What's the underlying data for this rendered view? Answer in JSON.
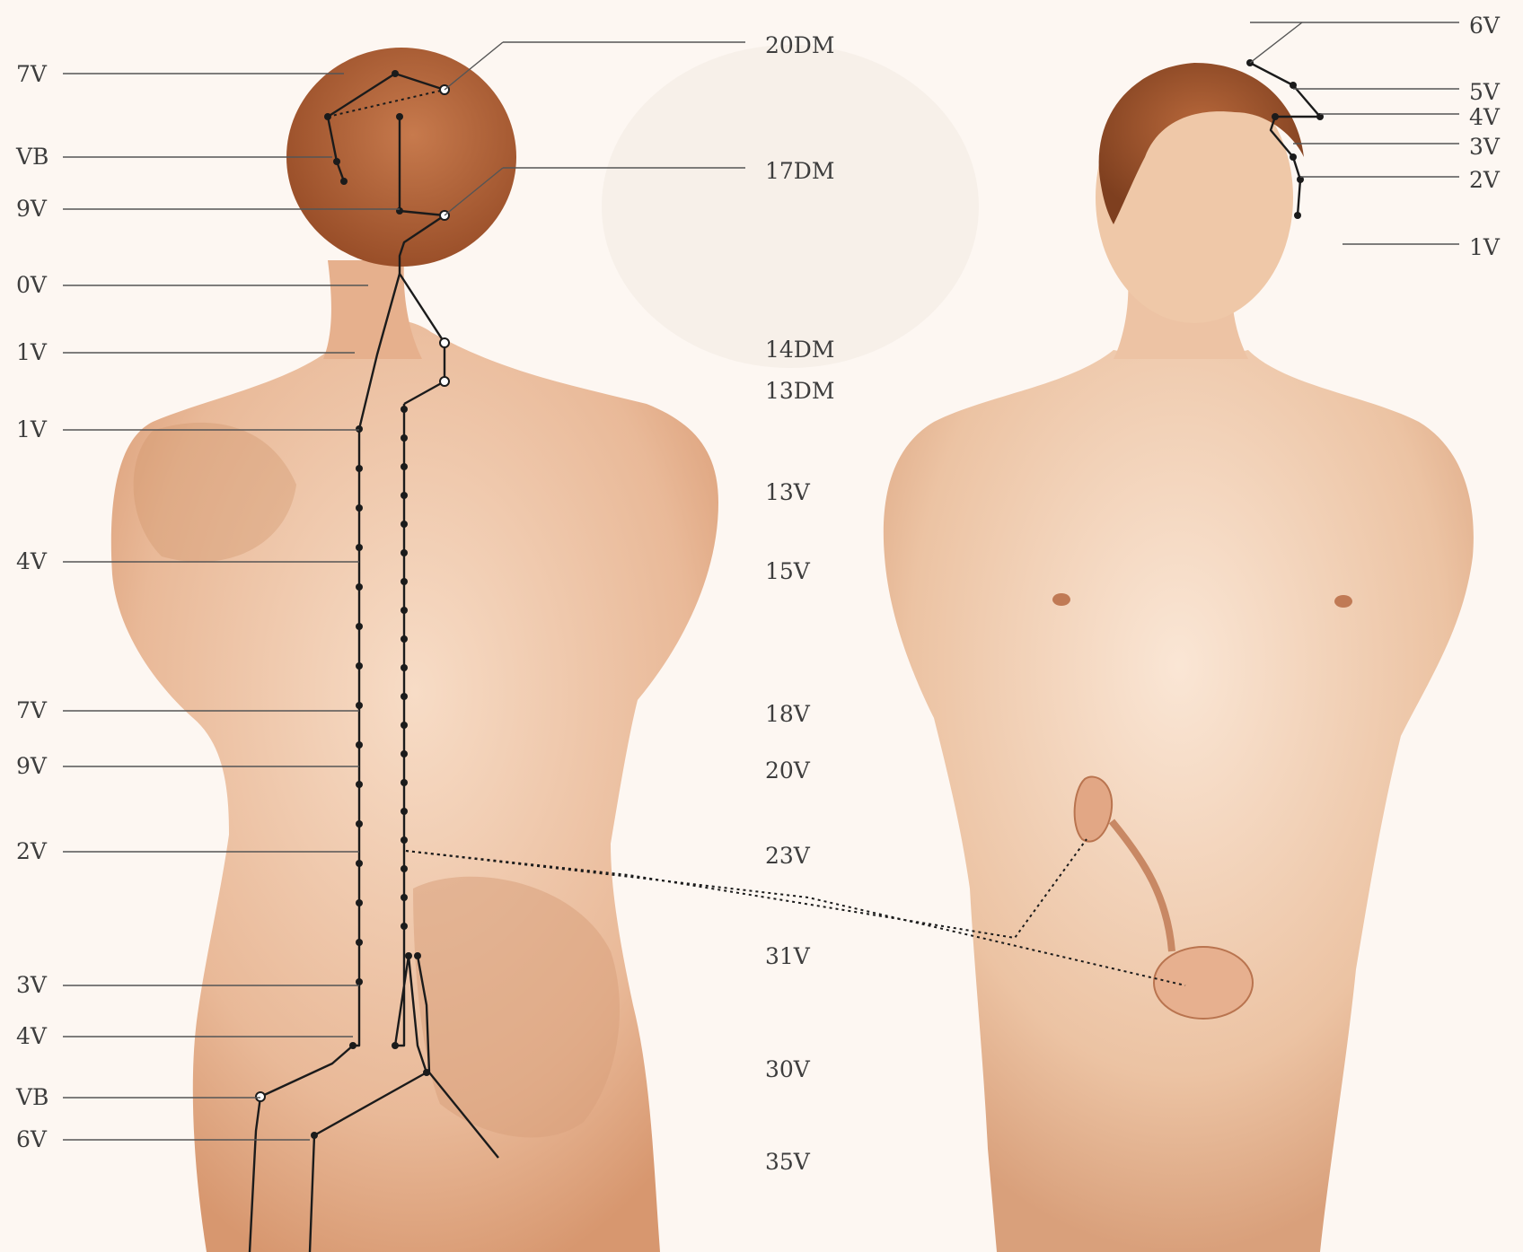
{
  "labels_left": [
    "7V",
    "VB",
    "9V",
    "0V",
    "1V",
    "1V",
    "4V",
    "7V",
    "9V",
    "2V",
    "3V",
    "4V",
    "VB",
    "6V"
  ],
  "labels_center": [
    "20DM",
    "17DM",
    "14DM",
    "13DM",
    "13V",
    "15V",
    "18V",
    "20V",
    "23V",
    "31V",
    "30V",
    "35V"
  ],
  "labels_right": [
    "6V",
    "5V",
    "4V",
    "3V",
    "2V",
    "1V"
  ],
  "colors": {
    "background": "#fdf7f2",
    "skin": "#e8b592",
    "skin_shadow": "#c98a63",
    "hair": "#a8582e",
    "line": "#1b1b1b",
    "label": "#3d3d3d"
  }
}
